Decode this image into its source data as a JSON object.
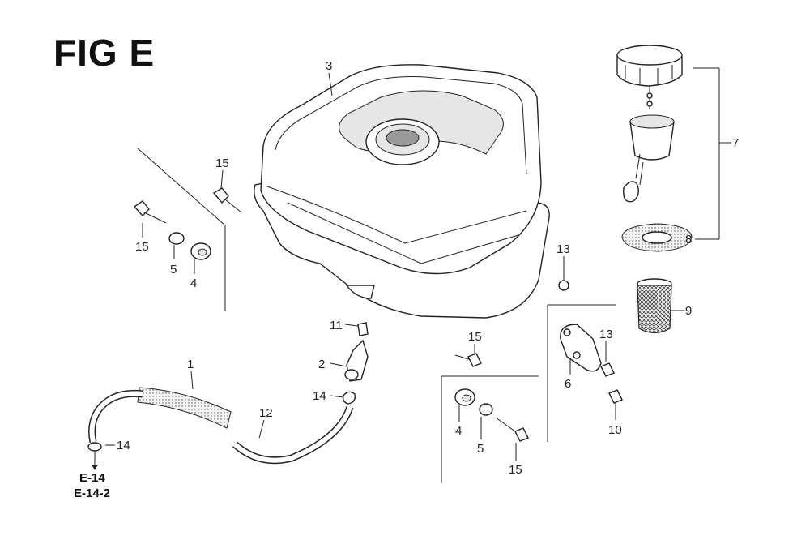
{
  "title": "FIG E",
  "callouts": {
    "c1": "1",
    "c2": "2",
    "c3": "3",
    "c4a": "4",
    "c4b": "4",
    "c5a": "5",
    "c5b": "5",
    "c6": "6",
    "c7": "7",
    "c8": "8",
    "c9": "9",
    "c10": "10",
    "c11": "11",
    "c12": "12",
    "c13a": "13",
    "c13b": "13",
    "c14a": "14",
    "c14b": "14",
    "c15a": "15",
    "c15b": "15",
    "c15c": "15",
    "c15d": "15"
  },
  "references": [
    "E-14",
    "E-14-2"
  ]
}
